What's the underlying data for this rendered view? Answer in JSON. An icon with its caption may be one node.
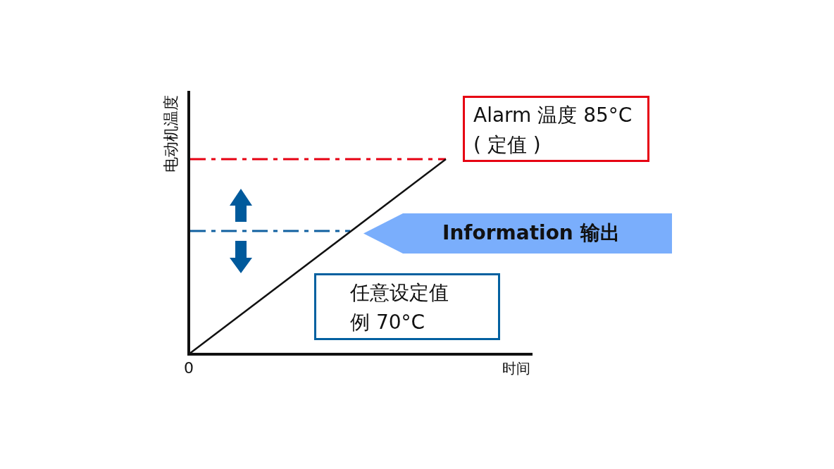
{
  "diagram": {
    "nodes": [
      {
        "text": [
          "Alarm 温度 85°C ( 定值 )"
        ]
      },
      {
        "text": [
          "Information 输出"
        ]
      },
      {
        "text": [
          "任意设定值例 70°C"
        ]
      }
    ],
    "labels": [
      "电动机温度",
      "0",
      "时间"
    ]
  }
}
